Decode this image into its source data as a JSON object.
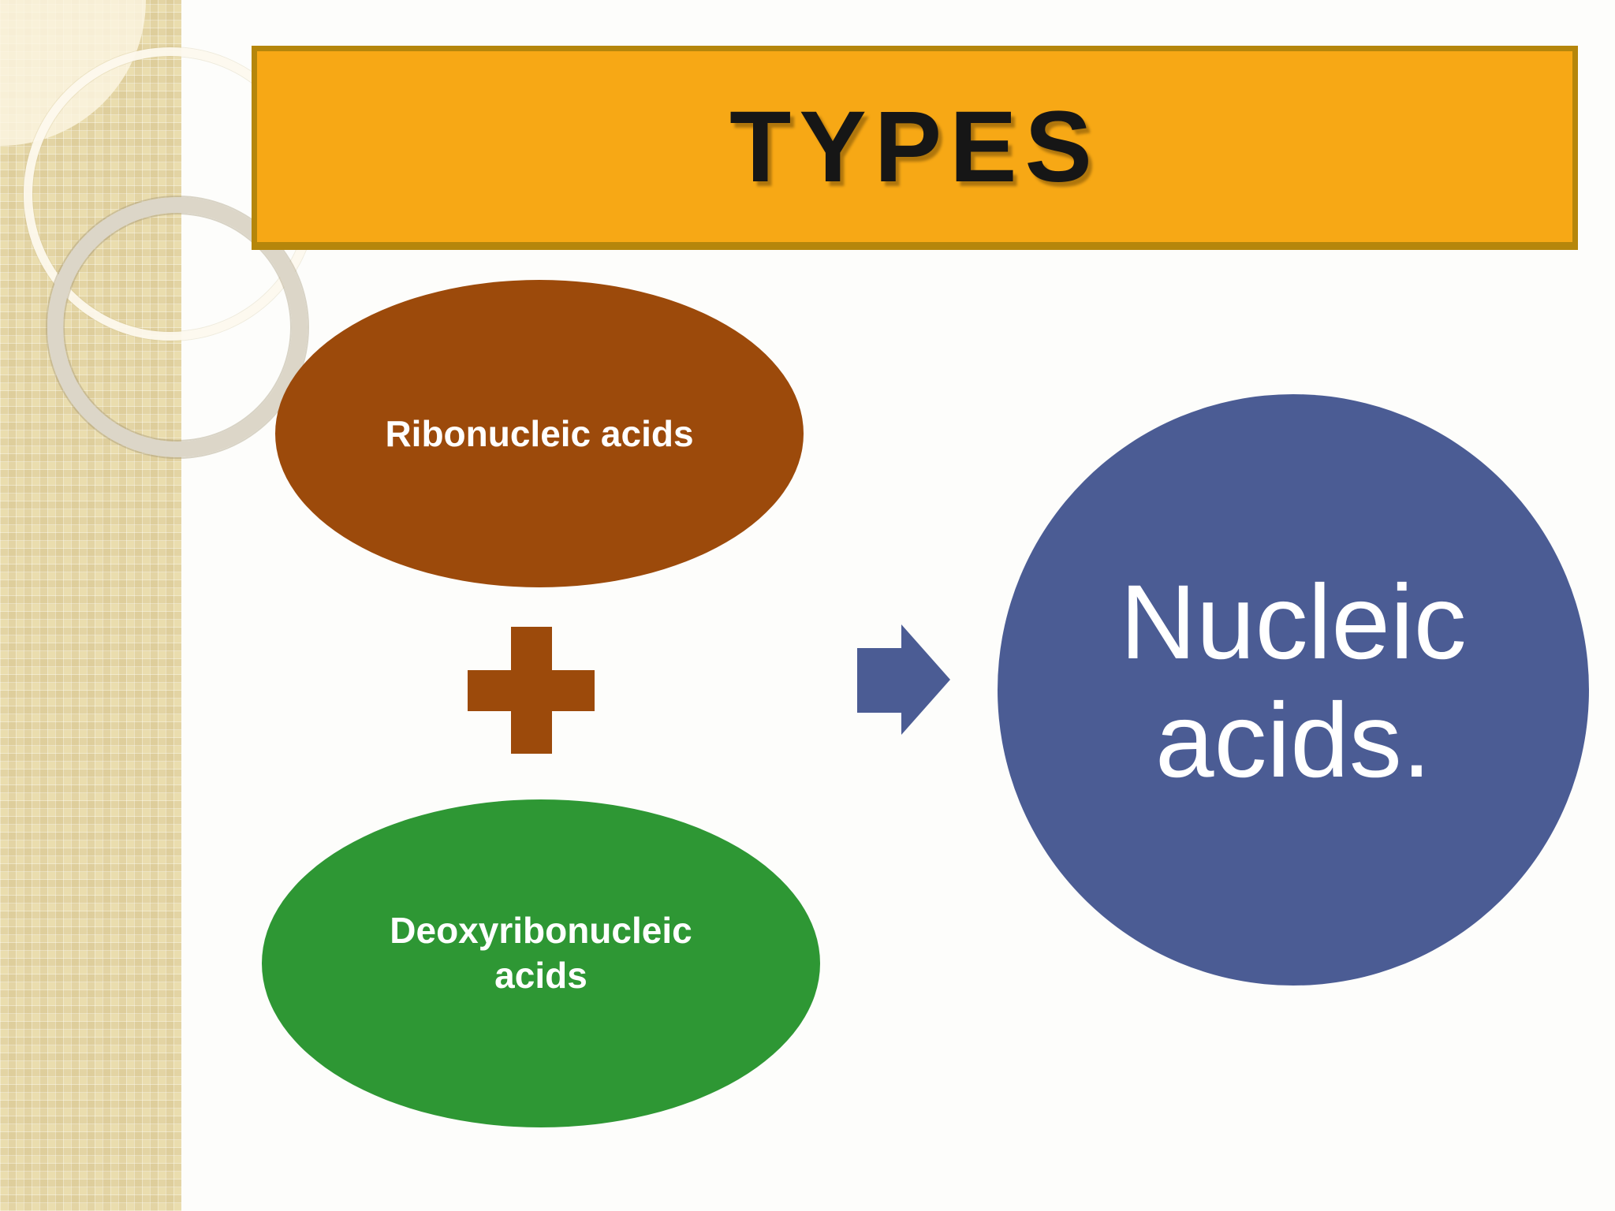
{
  "slide": {
    "title": "TYPES",
    "nodes": {
      "ribonucleic": {
        "label": "Ribonucleic acids"
      },
      "deoxyribonucleic": {
        "label_lines": [
          "Deoxyribonucleic",
          "acids"
        ]
      },
      "nucleic": {
        "label_lines": [
          "Nucleic",
          "acids."
        ]
      }
    },
    "operators": {
      "plus": "plus-icon",
      "arrow": "arrow-right-icon"
    },
    "colors": {
      "banner_fill": "#F7A815",
      "banner_border": "#B5860B",
      "rna_ellipse": "#9C4A0B",
      "dna_ellipse": "#2E9734",
      "result_circle": "#4B5C94",
      "connector_brown": "#9C4A0B",
      "connector_blue": "#4B5C94",
      "sidebar_beige": "#EADDAE",
      "title_text": "#161616",
      "node_text": "#FFFFFF"
    }
  }
}
